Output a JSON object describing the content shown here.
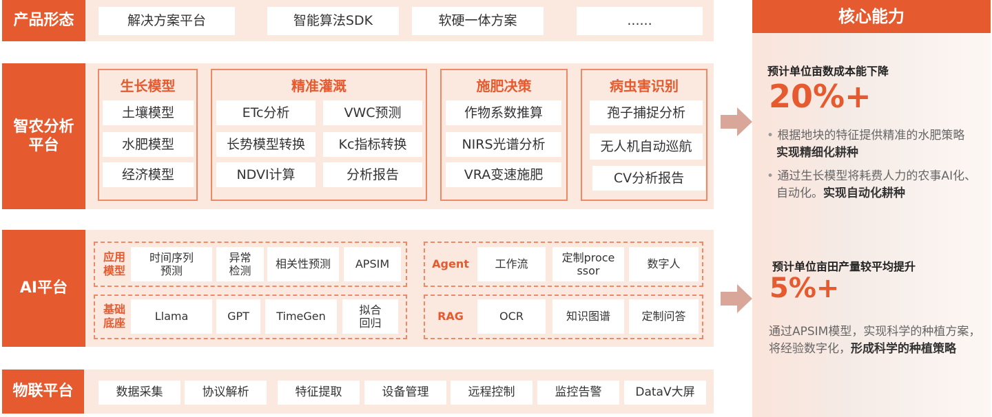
{
  "product": {
    "header": "产品形态",
    "items": [
      "解决方案平台",
      "智能算法SDK",
      "软硬一体方案",
      "......"
    ]
  },
  "analysis": {
    "header": "智农分析平台",
    "groups": [
      {
        "title": "生长模型",
        "items": [
          "土壤模型",
          "水肥模型",
          "经济模型"
        ]
      },
      {
        "title": "精准灌溉",
        "items": [
          "ETc分析",
          "VWC预测",
          "长势模型转换",
          "Kc指标转换",
          "NDVI计算",
          "分析报告"
        ]
      },
      {
        "title": "施肥决策",
        "items": [
          "作物系数推算",
          "NIRS光谱分析",
          "VRA变速施肥"
        ]
      },
      {
        "title": "病虫害识别",
        "items": [
          "孢子捕捉分析",
          "无人机自动巡航",
          "CV分析报告"
        ]
      }
    ]
  },
  "ai": {
    "header": "AI平台",
    "app_model": {
      "label": "应用模型",
      "items": [
        "时间序列预测",
        "异常检测",
        "相关性预测",
        "APSIM"
      ]
    },
    "base": {
      "label": "基础底座",
      "items": [
        "Llama",
        "GPT",
        "TimeGen",
        "拟合回归"
      ]
    },
    "agent": {
      "label": "Agent",
      "items": [
        "工作流",
        "定制processor",
        "数字人"
      ]
    },
    "rag": {
      "label": "RAG",
      "items": [
        "OCR",
        "知识图谱",
        "定制问答"
      ]
    }
  },
  "iot": {
    "header": "物联平台",
    "items": [
      "数据采集",
      "协议解析",
      "特征提取",
      "设备管理",
      "远程控制",
      "监控告警",
      "DataV大屏"
    ]
  },
  "core": {
    "header": "核心能力",
    "block1": {
      "title": "预计单位亩数成本能下降",
      "metric": "20%+",
      "bullets": [
        {
          "text": "根据地块的特征提供精准的水肥策略",
          "strong": "实现精细化耕种"
        },
        {
          "text": "通过生长模型将耗费人力的农事AI化、自动化。",
          "strong": "实现自动化耕种"
        }
      ]
    },
    "block2": {
      "title": "预计单位亩田产量较平均提升",
      "metric": "5%+",
      "text": "通过APSIM模型，实现科学的种植方案，将经验数字化，",
      "strong": "形成科学的种植策略"
    }
  },
  "colors": {
    "accent": "#e55a2e",
    "light": "#fbe8df",
    "border": "#ee8865",
    "arrow": "#d9a79a"
  }
}
